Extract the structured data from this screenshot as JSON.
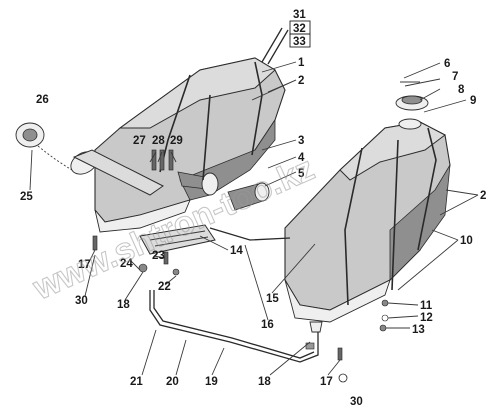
{
  "diagram": {
    "callouts": [
      "1",
      "2",
      "3",
      "4",
      "5",
      "6",
      "7",
      "8",
      "9",
      "10",
      "11",
      "12",
      "13",
      "14",
      "15",
      "16",
      "17",
      "18",
      "19",
      "20",
      "21",
      "22",
      "23",
      "24",
      "25",
      "26",
      "27",
      "28",
      "29",
      "30"
    ],
    "boxed_callouts": [
      "32",
      "33"
    ],
    "stacked_callout": "31",
    "watermark": "www.shtron-too.kz"
  }
}
